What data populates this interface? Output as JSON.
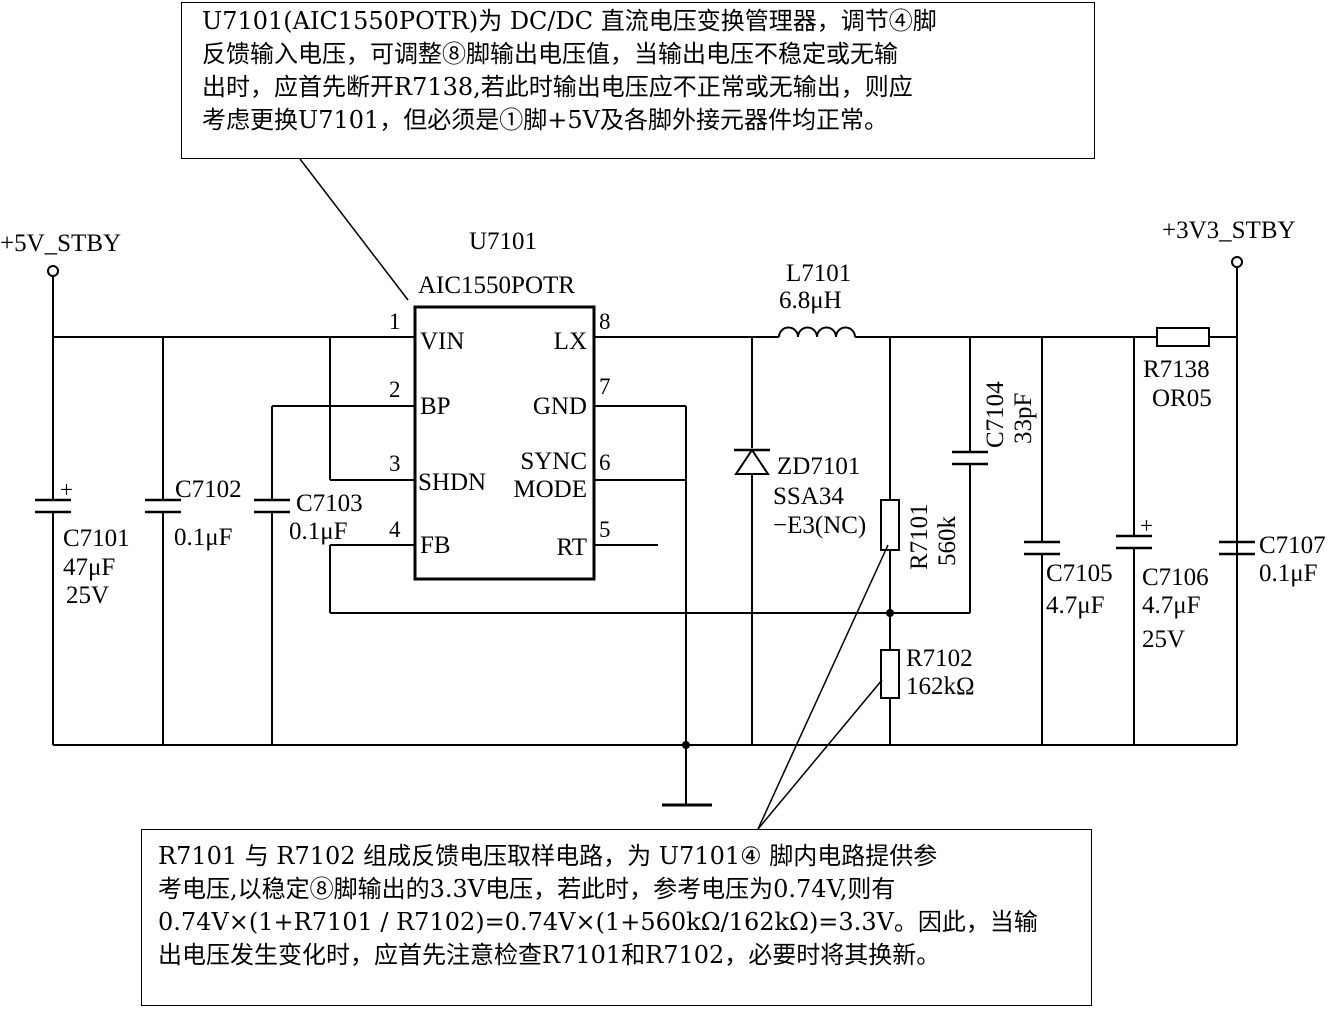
{
  "annotations": {
    "top": [
      "U7101(AIC1550POTR)为 DC/DC 直流电压变换管理器，调节④脚",
      "反馈输入电压，可调整⑧脚输出电压值，当输出电压不稳定或无输",
      "出时，应首先断开R7138,若此时输出电压应不正常或无输出，则应",
      "考虑更换U7101，但必须是①脚+5V及各脚外接元器件均正常。"
    ],
    "bottom": [
      "R7101 与 R7102 组成反馈电压取样电路，为 U7101④ 脚内电路提供参",
      "考电压,以稳定⑧脚输出的3.3V电压，若此时，参考电压为0.74V,则有",
      "0.74V×(1+R7101 / R7102)=0.74V×(1+560kΩ/162kΩ)=3.3V。因此，当输",
      "出电压发生变化时，应首先注意检查R7101和R7102，必要时将其换新。"
    ]
  },
  "rails": {
    "input": "+5V_STBY",
    "output": "+3V3_STBY"
  },
  "ic": {
    "ref": "U7101",
    "part": "AIC1550POTR",
    "pins": [
      {
        "num": "1",
        "name": "VIN"
      },
      {
        "num": "2",
        "name": "BP"
      },
      {
        "num": "3",
        "name": "SHDN"
      },
      {
        "num": "4",
        "name": "FB"
      },
      {
        "num": "8",
        "name": "LX"
      },
      {
        "num": "7",
        "name": "GND"
      },
      {
        "num": "6",
        "name_line1": "SYNC",
        "name_line2": "MODE"
      },
      {
        "num": "5",
        "name": "RT"
      }
    ]
  },
  "components": {
    "c7101": {
      "ref": "C7101",
      "value": "47μF",
      "rating": "25V",
      "polarity": "+"
    },
    "c7102": {
      "ref": "C7102",
      "value": "0.1μF"
    },
    "c7103": {
      "ref": "C7103",
      "value": "0.1μF"
    },
    "l7101": {
      "ref": "L7101",
      "value": "6.8μH"
    },
    "zd7101": {
      "ref": "ZD7101",
      "value_line1": "SSA34",
      "value_line2": "−E3(NC)"
    },
    "r7101": {
      "ref": "R7101",
      "value": "560k"
    },
    "c7104": {
      "ref": "C7104",
      "value": "33pF"
    },
    "r7102": {
      "ref": "R7102",
      "value": "162kΩ"
    },
    "c7105": {
      "ref": "C7105",
      "value": "4.7μF"
    },
    "c7106": {
      "ref": "C7106",
      "value": "4.7μF",
      "rating": "25V",
      "polarity": "+"
    },
    "r7138": {
      "ref": "R7138",
      "value": "OR05"
    },
    "c7107": {
      "ref": "C7107",
      "value": "0.1μF"
    }
  }
}
